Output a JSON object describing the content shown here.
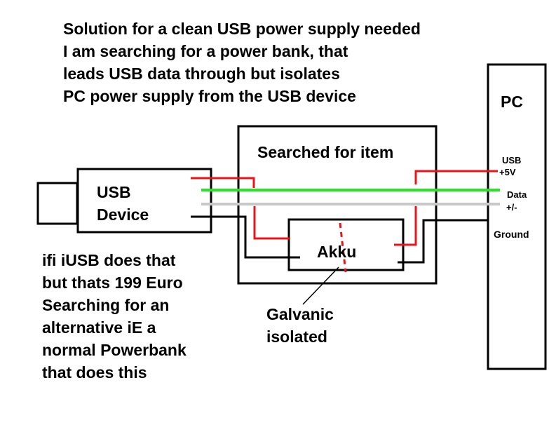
{
  "headline": [
    "Solution for a clean USB power supply needed",
    "I am searching for a power bank, that",
    "leads USB data through but isolates",
    "PC power supply from the USB device"
  ],
  "pc_label": "PC",
  "box_label": "Searched for item",
  "usb_device_label": [
    "USB",
    "Device"
  ],
  "akku_label": "Akku",
  "pin_labels": {
    "usb": "USB",
    "plus5v": "+5V",
    "data": "Data",
    "plusminus": "+/-",
    "ground": "Ground"
  },
  "galvanic_label": [
    "Galvanic",
    "isolated"
  ],
  "side_note": [
    "ifi iUSB does that",
    "but thats 199 Euro",
    "Searching for an",
    "alternative iE a",
    "normal Powerbank",
    "that does this"
  ],
  "colors": {
    "power": "#e8141a",
    "data": "#22e81e",
    "signal": "#c8c8c8",
    "ground": "#000000"
  }
}
